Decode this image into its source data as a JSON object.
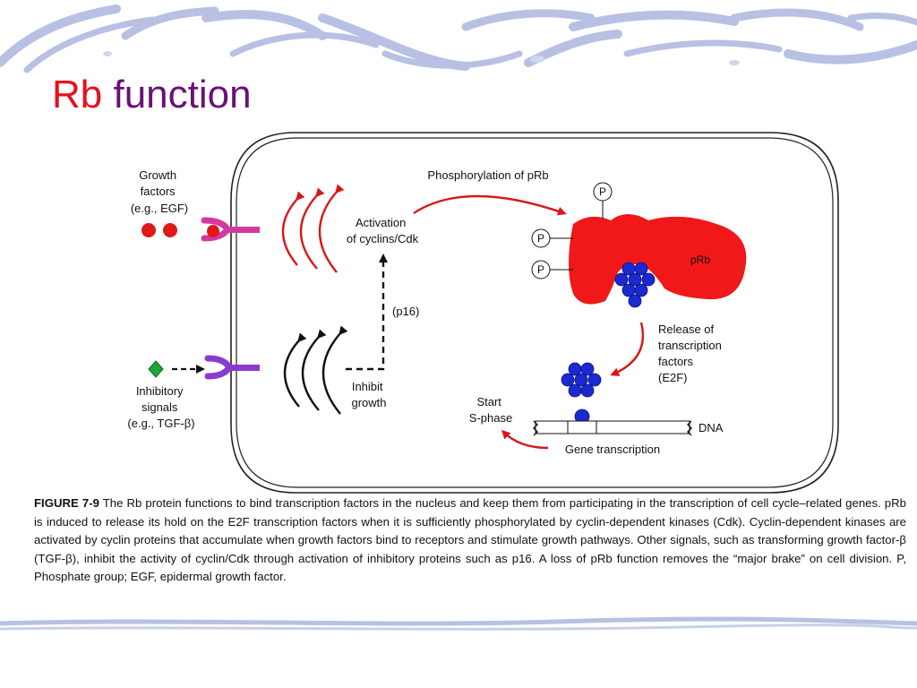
{
  "slide": {
    "title_part1": "Rb",
    "title_part2": "function"
  },
  "diagram": {
    "growth_factors_label": [
      "Growth",
      "factors",
      "(e.g., EGF)"
    ],
    "inhibitory_label": [
      "Inhibitory",
      "signals",
      "(e.g., TGF-β)"
    ],
    "activation_label": [
      "Activation",
      "of cyclins/Cdk"
    ],
    "p16_label": "(p16)",
    "inhibit_label": [
      "Inhibit",
      "growth"
    ],
    "phosphorylation_label": "Phosphorylation of pRb",
    "phosphate_symbol": "P",
    "prb_label": "pRb",
    "release_label": [
      "Release of",
      "transcription",
      "factors",
      "(E2F)"
    ],
    "start_label": [
      "Start",
      "S-phase"
    ],
    "dna_label": "DNA",
    "gene_transcription_label": "Gene transcription"
  },
  "caption": {
    "label": "FIGURE 7-9",
    "text": "The Rb protein functions to bind transcription factors in the nucleus and keep them from participating in the transcription of cell cycle–related genes. pRb is induced to release its hold on the E2F transcription factors when it is sufficiently phosphorylated by cyclin-dependent kinases (Cdk). Cyclin-dependent kinases are activated by cyclin proteins that accumulate when growth factors bind to receptors and stimulate growth pathways. Other signals, such as transforming growth factor-β (TGF-β), inhibit the activity of cyclin/Cdk through activation of inhibitory proteins such as p16. A loss of pRb function removes the “major brake” on cell division. P, Phosphate group; EGF, epidermal growth factor."
  },
  "colors": {
    "title_red": "#e8101a",
    "title_purple": "#6a0f78",
    "prb_red": "#f01818",
    "e2f_blue": "#1a2ad0",
    "receptor_magenta": "#d23aa0",
    "receptor_purple": "#8a3ad0",
    "inhibitor_green": "#1fa63a",
    "banner_swirl": "#b8c0e4"
  }
}
